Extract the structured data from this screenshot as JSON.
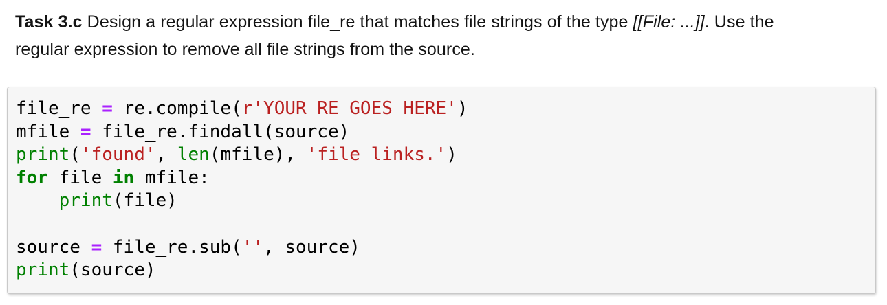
{
  "task": {
    "segments": [
      {
        "text": "Task 3.c",
        "style": "bold"
      },
      {
        "text": " Design a regular expression file_re that matches file strings of the type ",
        "style": "regular"
      },
      {
        "text": "[[File: ...]]",
        "style": "italic"
      },
      {
        "text": ". Use the",
        "style": "regular",
        "break_after": true
      },
      {
        "text": "regular expression to remove all file strings from the source.",
        "style": "regular"
      }
    ]
  },
  "code": {
    "language": "python",
    "lines": [
      [
        {
          "y": "p",
          "t": "file_re "
        },
        {
          "y": "o",
          "t": "="
        },
        {
          "y": "p",
          "t": " re.compile("
        },
        {
          "y": "s",
          "t": "r'YOUR RE GOES HERE'"
        },
        {
          "y": "p",
          "t": ")"
        }
      ],
      [
        {
          "y": "p",
          "t": "mfile "
        },
        {
          "y": "o",
          "t": "="
        },
        {
          "y": "p",
          "t": " file_re.findall(source)"
        }
      ],
      [
        {
          "y": "b",
          "t": "print"
        },
        {
          "y": "p",
          "t": "("
        },
        {
          "y": "s",
          "t": "'found'"
        },
        {
          "y": "p",
          "t": ", "
        },
        {
          "y": "b",
          "t": "len"
        },
        {
          "y": "p",
          "t": "(mfile), "
        },
        {
          "y": "s",
          "t": "'file links.'"
        },
        {
          "y": "p",
          "t": ")"
        }
      ],
      [
        {
          "y": "k",
          "t": "for"
        },
        {
          "y": "p",
          "t": " file "
        },
        {
          "y": "k",
          "t": "in"
        },
        {
          "y": "p",
          "t": " mfile:"
        }
      ],
      [
        {
          "y": "p",
          "t": "    "
        },
        {
          "y": "b",
          "t": "print"
        },
        {
          "y": "p",
          "t": "(file)"
        }
      ],
      [],
      [
        {
          "y": "p",
          "t": "source "
        },
        {
          "y": "o",
          "t": "="
        },
        {
          "y": "p",
          "t": " file_re.sub("
        },
        {
          "y": "s",
          "t": "''"
        },
        {
          "y": "p",
          "t": ", source)"
        }
      ],
      [
        {
          "y": "b",
          "t": "print"
        },
        {
          "y": "p",
          "t": "(source)"
        }
      ]
    ]
  },
  "colors": {
    "keyword": "#008000",
    "builtin": "#008000",
    "string": "#BA2121",
    "operator": "#AA22FF",
    "plain_text": "#000000",
    "code_background": "#f6f6f6",
    "code_border": "#c9c9c9"
  }
}
